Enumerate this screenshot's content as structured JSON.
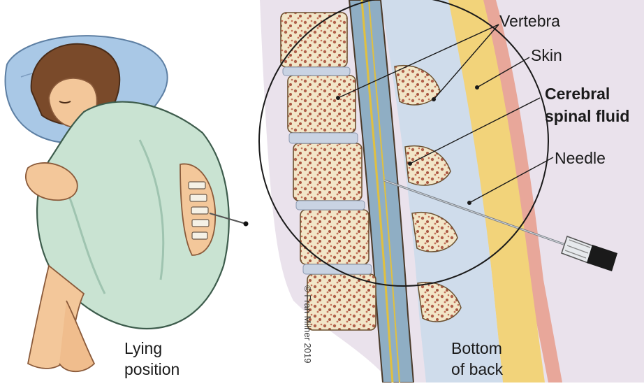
{
  "figure": {
    "left_caption": [
      "Lying",
      "position"
    ],
    "right_caption": [
      "Bottom",
      "of back"
    ],
    "labels": {
      "vertebra": "Vertebra",
      "skin": "Skin",
      "csf": [
        "Cerebral",
        "spinal fluid"
      ],
      "needle": "Needle"
    },
    "credit": "© Fran Milner 2019"
  },
  "colors": {
    "gown": "#c9e3d2",
    "gown_shadow": "#9fc4b0",
    "skin_tone": "#f3c79a",
    "hair": "#7a4a2a",
    "pillow": "#a9c8e6",
    "bone_fill": "#f2e6c8",
    "bone_spots": "#b0604a",
    "disc": "#c9d3e3",
    "fat_layer": "#f2d37a",
    "dermis": "#e8a79a",
    "muscle": "#cfdceb",
    "csf_channel": "#8faec4",
    "outline": "#1a1a1a"
  }
}
